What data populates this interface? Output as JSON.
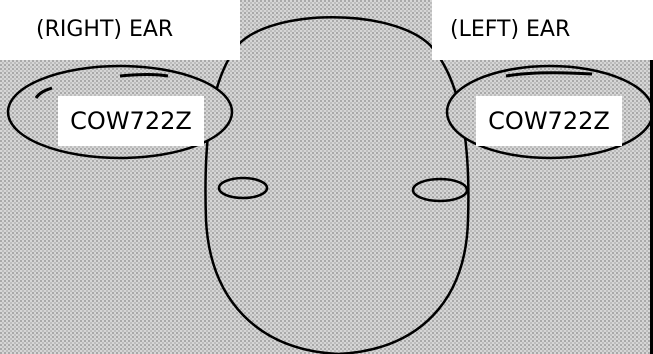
{
  "labels": {
    "right_ear_title": "(RIGHT) EAR",
    "left_ear_title": "(LEFT) EAR",
    "right_ear_tag": "COW722Z",
    "left_ear_tag": "COW722Z"
  },
  "colors": {
    "background_texture": "#c8c8c8",
    "outline": "#000000",
    "label_box": "#ffffff"
  }
}
